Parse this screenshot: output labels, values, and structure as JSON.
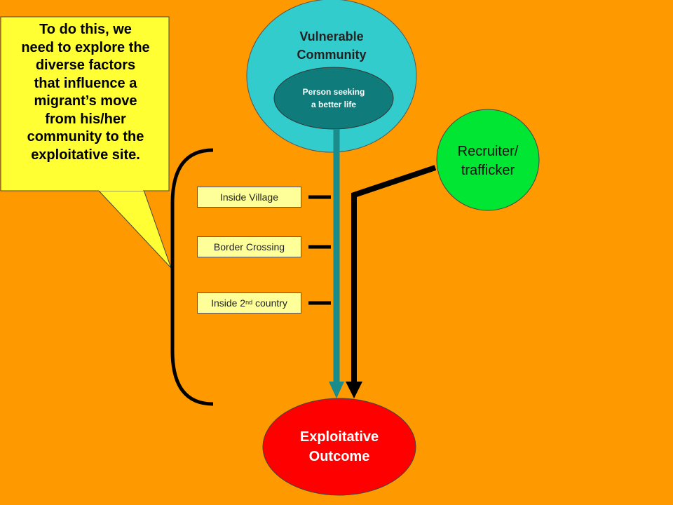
{
  "callout": {
    "text": "To do this, we\nneed to explore the\ndiverse factors\nthat influence a\nmigrant’s move\nfrom his/her\ncommunity to the\nexploitative site."
  },
  "nodes": {
    "community": {
      "line1": "Vulnerable",
      "line2": "Community",
      "color": "#33CCCC"
    },
    "person": {
      "line1": "Person seeking",
      "line2": "a better life",
      "color": "#0F7B7B"
    },
    "recruiter": {
      "line1": "Recruiter/",
      "line2": "trafficker",
      "color": "#00E633"
    },
    "outcome": {
      "line1": "Exploitative",
      "line2": "Outcome",
      "color": "#FF0000"
    }
  },
  "stages": [
    {
      "text": "Inside Village"
    },
    {
      "text": "Border Crossing"
    },
    {
      "pre": "Inside 2",
      "sup": "nd",
      "post": " country"
    }
  ],
  "colors": {
    "background": "#FF9900",
    "callout": "#FFFF33",
    "stage_box": "#FFFF99",
    "migrant_path": "#1A8C8C",
    "trafficker_path": "#000000"
  }
}
